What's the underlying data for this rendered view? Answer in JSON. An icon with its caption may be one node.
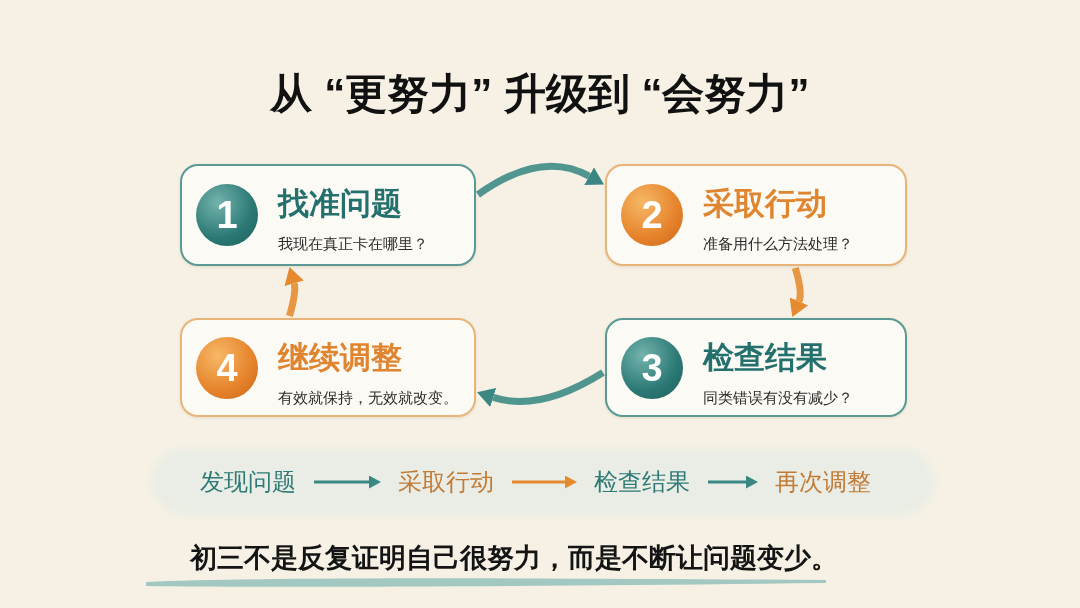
{
  "diagram": {
    "title": "从 “更努力” 升级到 “会努力”",
    "caption": "初三不是反复证明自己很努力，而是不断让问题变少。",
    "nodes": [
      {
        "text": [
          "找准问题",
          "我现在真正卡在哪里？"
        ]
      },
      {
        "text": [
          "1"
        ],
        "in": 0
      },
      {
        "text": [
          "采取行动",
          "准备用什么方法处理？"
        ]
      },
      {
        "text": [
          "2"
        ],
        "in": 2
      },
      {
        "text": [
          "检查结果",
          "同类错误有没有减少？"
        ]
      },
      {
        "text": [
          "3"
        ],
        "in": 4
      },
      {
        "text": [
          "继续调整",
          "有效就保持，无效就改变。"
        ]
      },
      {
        "text": [
          "4"
        ],
        "in": 6
      },
      {
        "text": [],
        "shape": "band"
      },
      {
        "text": [
          "发现问题"
        ],
        "in": 8
      },
      {
        "text": [
          "采取行动"
        ],
        "in": 8
      },
      {
        "text": [
          "检查结果"
        ],
        "in": 8
      },
      {
        "text": [
          "再次调整"
        ],
        "in": 8
      }
    ],
    "edges": [
      {
        "from": 0,
        "to": 2,
        "arrow": "to"
      },
      {
        "from": 2,
        "to": 4,
        "arrow": "to",
        "color": "#e58a2e"
      },
      {
        "from": 4,
        "to": 6,
        "arrow": "to"
      },
      {
        "from": 6,
        "to": 0,
        "arrow": "to",
        "color": "#e58a2e"
      },
      {
        "from": 9,
        "to": 10,
        "arrow": "to"
      },
      {
        "from": 10,
        "to": 11,
        "arrow": "to",
        "color": "#e58a2e"
      },
      {
        "from": 11,
        "to": 12,
        "arrow": "to"
      }
    ]
  }
}
